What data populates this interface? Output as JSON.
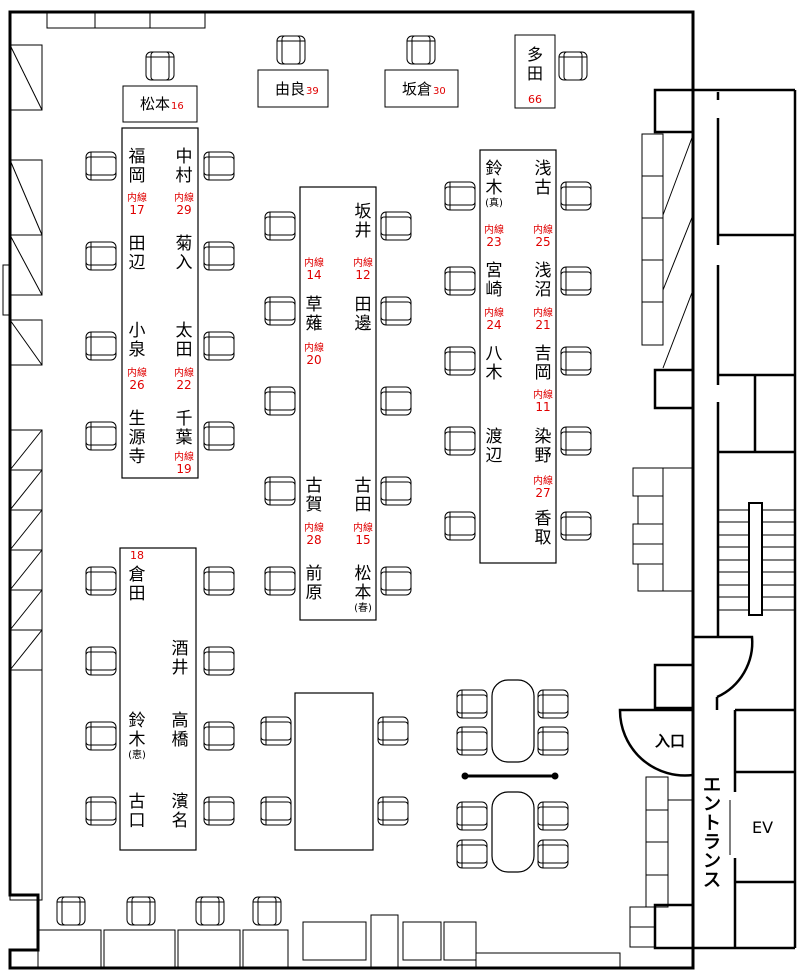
{
  "ext_label": "内線",
  "top_labels": [
    {
      "name": "松本",
      "num": "16"
    },
    {
      "name": "由良",
      "num": "39"
    },
    {
      "name": "坂倉",
      "num": "30"
    },
    {
      "name": "多田",
      "num": "66"
    }
  ],
  "desk1": {
    "names": [
      "福岡",
      "中村",
      "田辺",
      "菊入",
      "小泉",
      "太田",
      "生源寺",
      "千葉"
    ],
    "exts": [
      "17",
      "29",
      "26",
      "22",
      "19"
    ]
  },
  "desk2": {
    "names": [
      "坂井",
      "草薙",
      "田邊",
      "古賀",
      "古田",
      "前原",
      "松本"
    ],
    "suffix": {
      "matsumoto": "(春)"
    },
    "exts": [
      "14",
      "12",
      "20",
      "28",
      "15"
    ]
  },
  "desk3": {
    "names": [
      "鈴木",
      "浅古",
      "宮崎",
      "浅沼",
      "八木",
      "吉岡",
      "渡辺",
      "染野",
      "香取"
    ],
    "suffix": {
      "suzuki": "(真)"
    },
    "exts": [
      "23",
      "25",
      "24",
      "21",
      "11",
      "27"
    ]
  },
  "desk4": {
    "seat_number": "18",
    "names": [
      "倉田",
      "酒井",
      "鈴木",
      "高橋",
      "古口",
      "濱名"
    ],
    "suffix": {
      "suzuki": "(恵)"
    }
  },
  "facilities": {
    "entrance_door": "入口",
    "entrance_hall": "エントランス",
    "elevator": "EV"
  },
  "colors": {
    "extension": "#e00000",
    "line": "#000000"
  }
}
